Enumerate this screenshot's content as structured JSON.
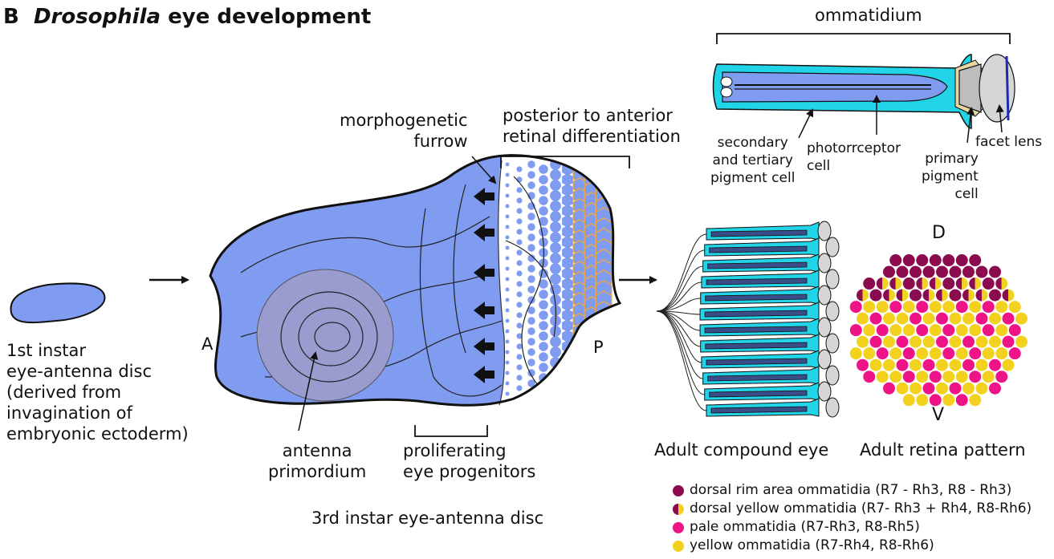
{
  "title": {
    "letter": "B",
    "organism": "Drosophila",
    "rest": "eye development"
  },
  "labels": {
    "first_instar": "1st instar\neye-antenna disc\n(derived from\ninvagination of\nembryonic ectoderm)",
    "anterior": "A",
    "posterior": "P",
    "antenna_primordium": "antenna\nprimordium",
    "proliferating": "proliferating\neye progenitors",
    "third_instar": "3rd instar  eye-antenna disc",
    "morphogenetic_furrow": "morphogenetic\nfurrow",
    "posterior_to_anterior": "posterior to anterior\nretinal differentiation",
    "ommatidium": "ommatidium",
    "secondary_pigment": "secondary\nand tertiary\npigment cell",
    "photoreceptor": "photorrceptor\ncell",
    "primary_pigment": "primary\npigment\ncell",
    "facet_lens": "facet lens",
    "adult_compound_eye": "Adult compound eye",
    "adult_retina_pattern": "Adult retina pattern",
    "dorsal": "D",
    "ventral": "V"
  },
  "colors": {
    "disc_blue": "#7f9cf0",
    "antenna_purple": "#9a9cd0",
    "cyan": "#22d4e8",
    "maroon": "#8c0b4f",
    "magenta": "#ee1487",
    "yellow": "#f3d21f",
    "hex_outline": "#e8a54a"
  },
  "legend": [
    {
      "label": "dorsal rim area ommatidia (R7 - Rh3, R8 - Rh3)",
      "type": "maroon"
    },
    {
      "label": "dorsal yellow ommatidia (R7- Rh3 + Rh4, R8-Rh6)",
      "type": "split"
    },
    {
      "label": "pale ommatidia (R7-Rh3, R8-Rh5)",
      "type": "magenta"
    },
    {
      "label": "yellow ommatidia (R7-Rh4, R8-Rh6)",
      "type": "yellow"
    }
  ]
}
